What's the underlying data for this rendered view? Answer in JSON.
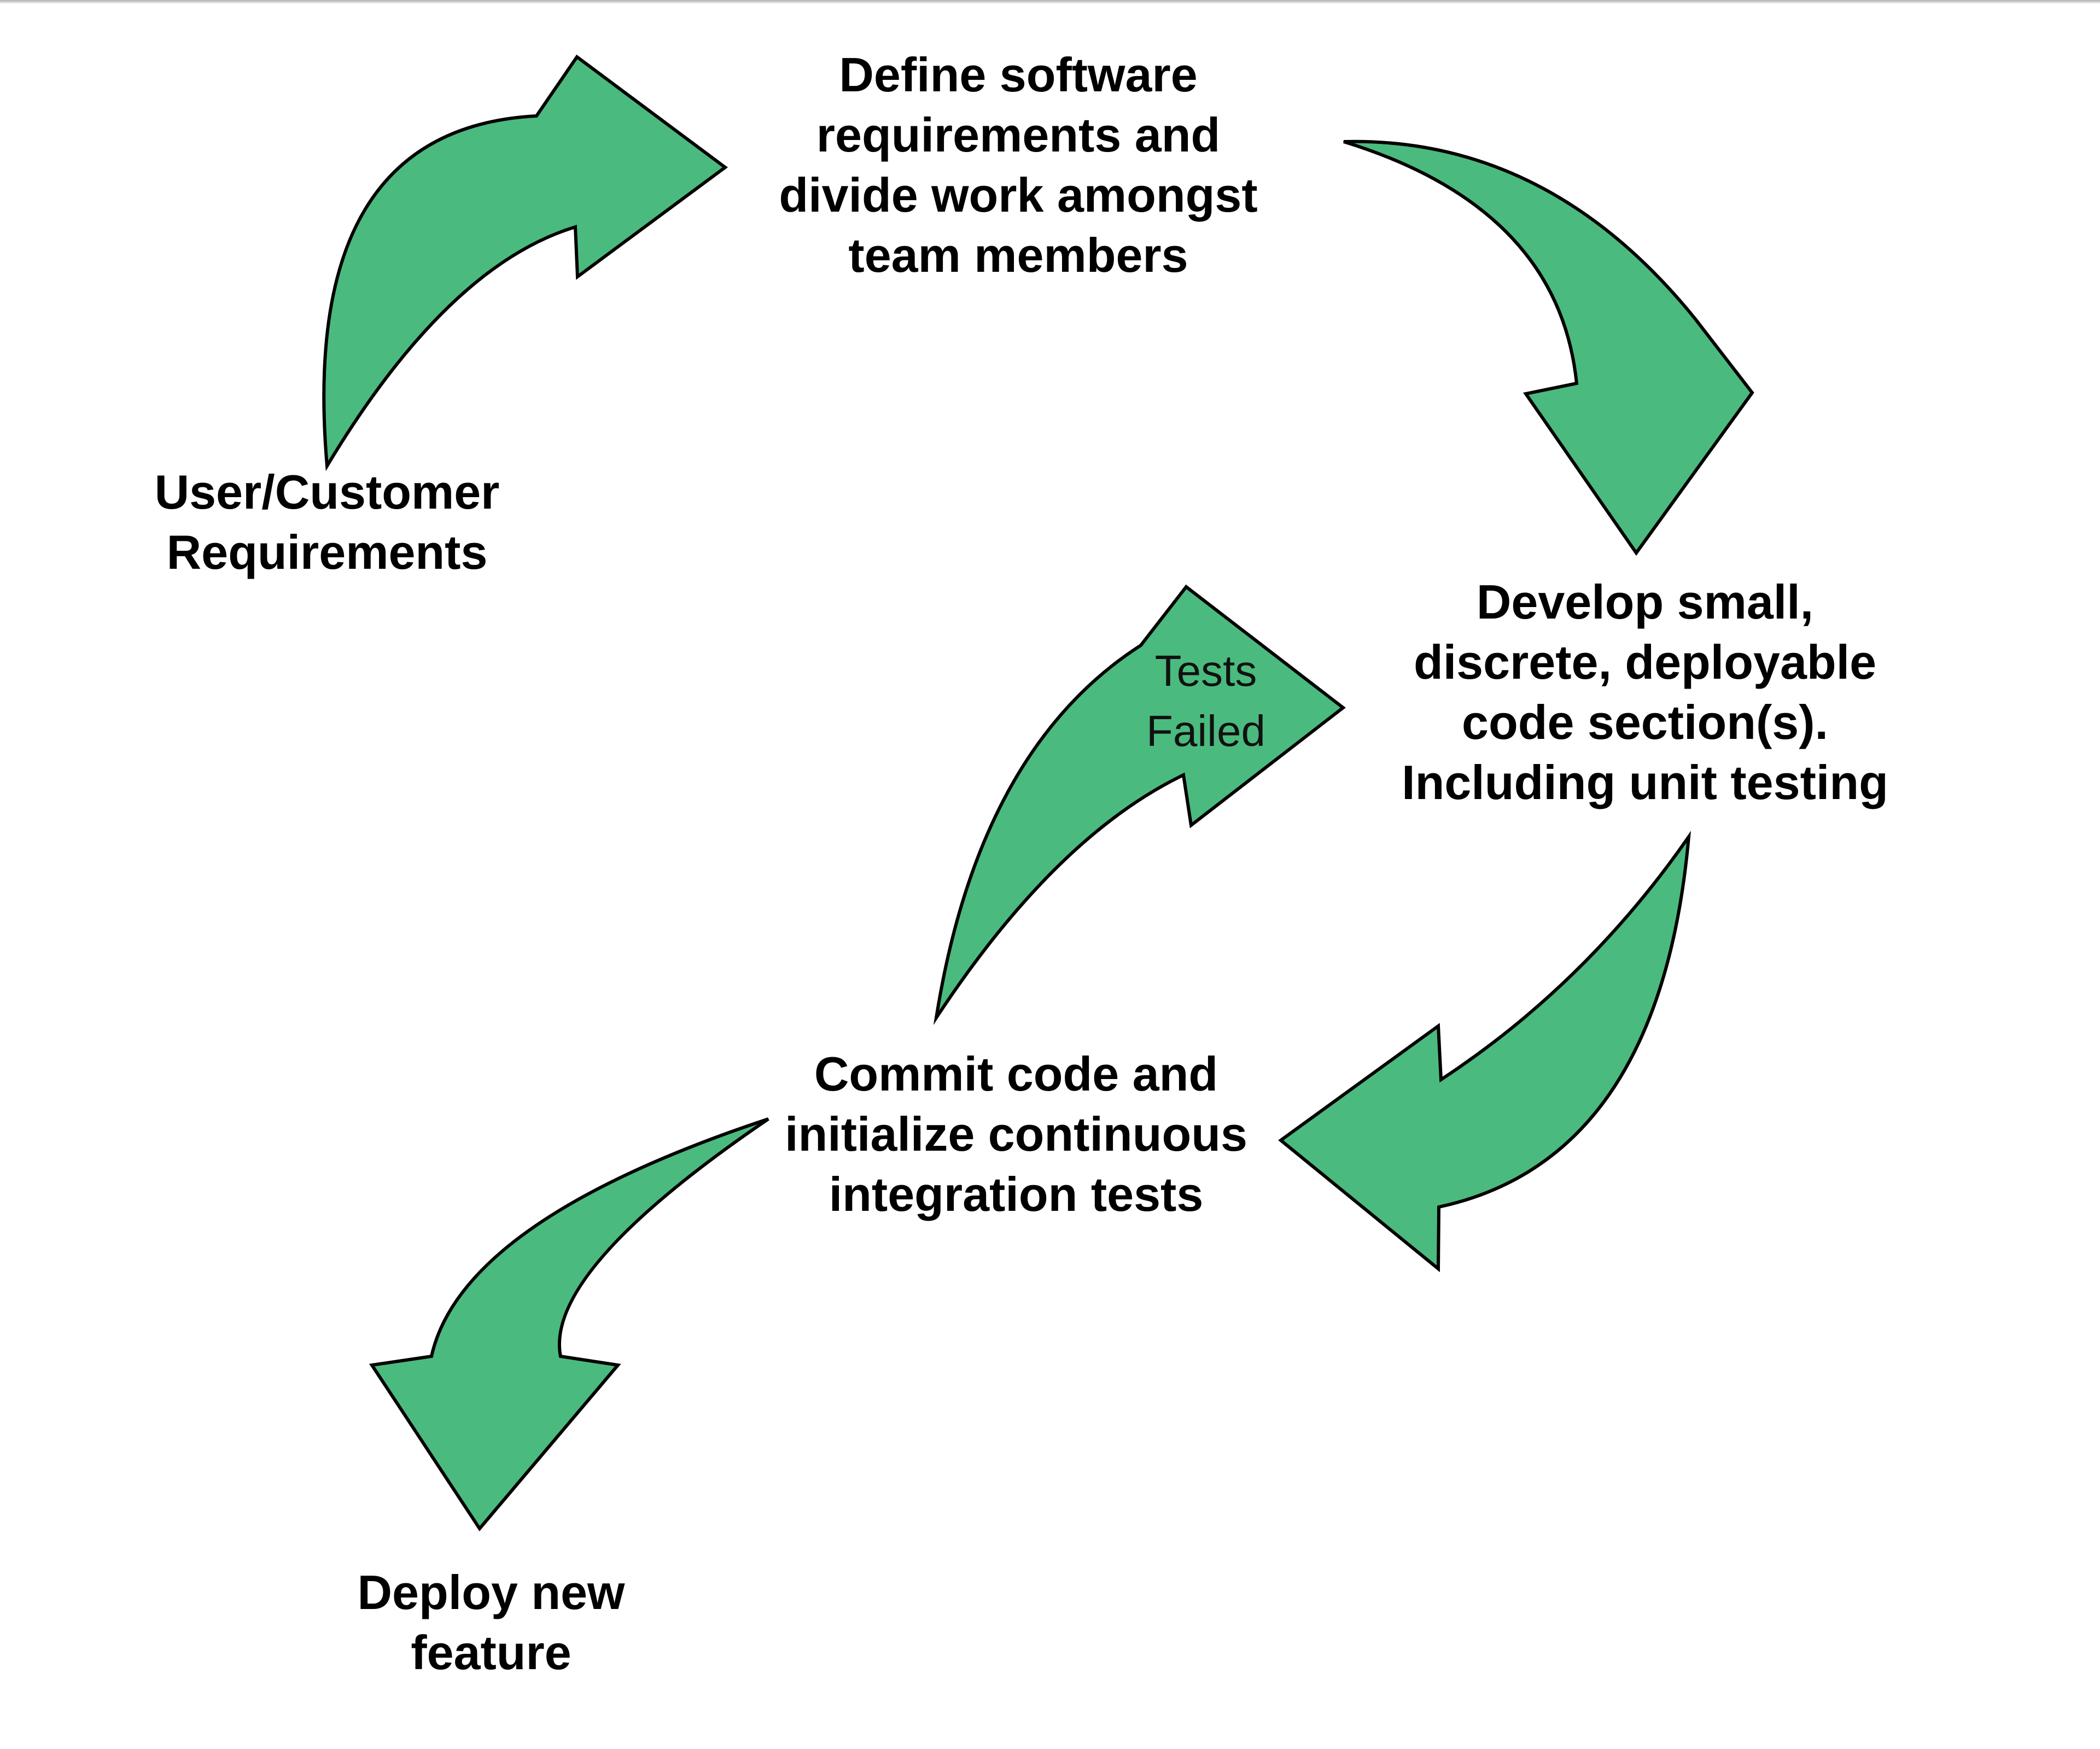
{
  "colors": {
    "background": "#ffffff",
    "arrow_fill": "#4bba7e",
    "arrow_outline": "#000000",
    "text": "#000000",
    "top_border": "#b0b0b0"
  },
  "nodes": {
    "user_requirements": {
      "text": "User/Customer\nRequirements"
    },
    "define": {
      "text": "Define software\nrequirements and\ndivide work amongst\nteam members"
    },
    "develop": {
      "text": "Develop small,\ndiscrete, deployable\ncode section(s).\nIncluding unit testing"
    },
    "commit": {
      "text": "Commit code and\ninitialize continuous\nintegration tests"
    },
    "deploy": {
      "text": "Deploy new\nfeature"
    }
  },
  "edge_labels": {
    "tests_failed": "Tests\nFailed"
  },
  "edges": [
    {
      "from": "user_requirements",
      "to": "define",
      "label": ""
    },
    {
      "from": "define",
      "to": "develop",
      "label": ""
    },
    {
      "from": "develop",
      "to": "commit",
      "label": ""
    },
    {
      "from": "commit",
      "to": "develop",
      "label": "Tests Failed"
    },
    {
      "from": "commit",
      "to": "deploy",
      "label": ""
    }
  ]
}
